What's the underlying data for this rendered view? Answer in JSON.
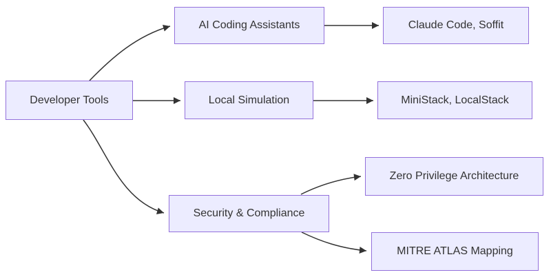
{
  "diagram": {
    "type": "flowchart",
    "direction": "LR",
    "colors": {
      "node_fill": "#ECECFF",
      "node_border": "#9370DB",
      "edge": "#333333",
      "text": "#333333",
      "background": "#FFFFFF"
    },
    "nodes": [
      {
        "id": "developer-tools",
        "label": "Developer Tools"
      },
      {
        "id": "ai-coding-assistants",
        "label": "AI Coding Assistants"
      },
      {
        "id": "claude-code-soffit",
        "label": "Claude Code, Soffit"
      },
      {
        "id": "local-simulation",
        "label": "Local Simulation"
      },
      {
        "id": "ministack-localstack",
        "label": "MiniStack, LocalStack"
      },
      {
        "id": "security-compliance",
        "label": "Security & Compliance"
      },
      {
        "id": "zero-privilege-architecture",
        "label": "Zero Privilege Architecture"
      },
      {
        "id": "mitre-atlas-mapping",
        "label": "MITRE ATLAS Mapping"
      }
    ],
    "edges": [
      {
        "from": "Developer Tools",
        "to": "AI Coding Assistants"
      },
      {
        "from": "Developer Tools",
        "to": "Local Simulation"
      },
      {
        "from": "Developer Tools",
        "to": "Security & Compliance"
      },
      {
        "from": "AI Coding Assistants",
        "to": "Claude Code, Soffit"
      },
      {
        "from": "Local Simulation",
        "to": "MiniStack, LocalStack"
      },
      {
        "from": "Security & Compliance",
        "to": "Zero Privilege Architecture"
      },
      {
        "from": "Security & Compliance",
        "to": "MITRE ATLAS Mapping"
      }
    ]
  }
}
